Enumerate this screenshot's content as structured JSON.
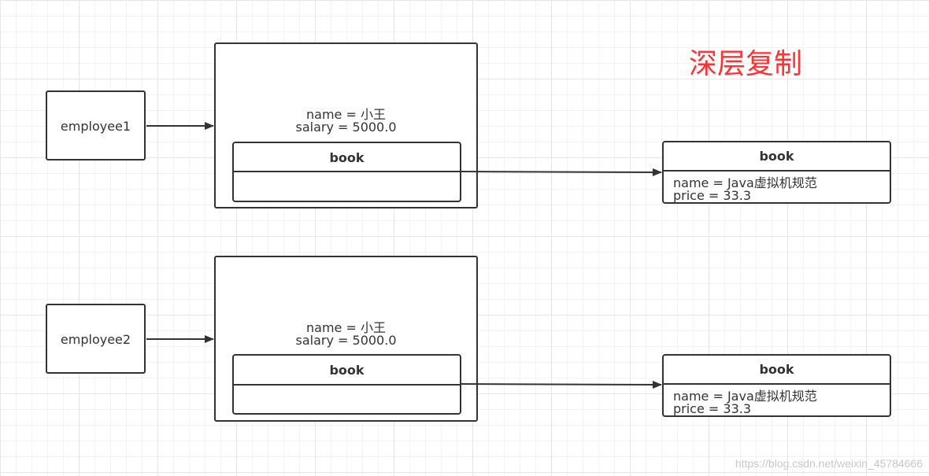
{
  "title": "深层复制",
  "employees": [
    {
      "ref_label": "employee1",
      "fields": [
        "name = 小王",
        "salary = 5000.0"
      ],
      "inner_book_header": "book",
      "book": {
        "header": "book",
        "lines": [
          "name = Java虚拟机规范",
          "price = 33.3"
        ]
      }
    },
    {
      "ref_label": "employee2",
      "fields": [
        "name = 小王",
        "salary = 5000.0"
      ],
      "inner_book_header": "book",
      "book": {
        "header": "book",
        "lines": [
          "name = Java虚拟机规范",
          "price = 33.3"
        ]
      }
    }
  ],
  "watermark": "https://blog.csdn.net/weixin_45784666"
}
